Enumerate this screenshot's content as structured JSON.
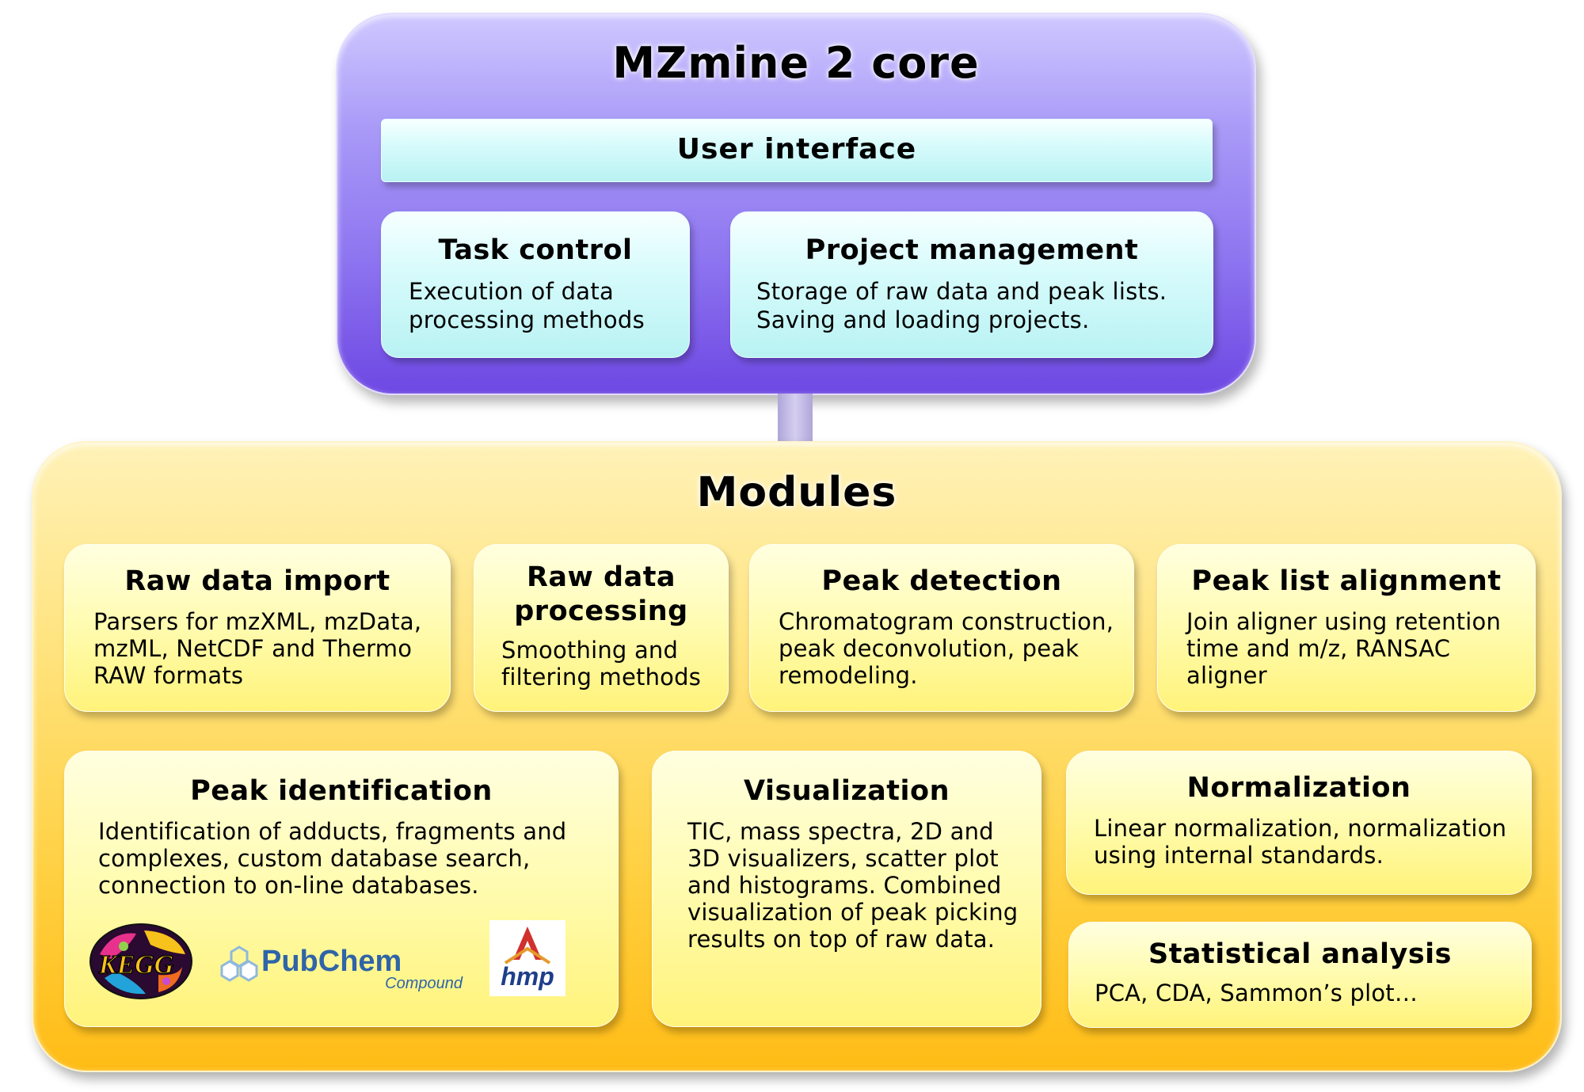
{
  "core": {
    "title": "MZmine 2 core",
    "user_interface": "User interface",
    "task_control": {
      "title": "Task control",
      "lines": [
        "Execution of data",
        "processing methods"
      ]
    },
    "project_management": {
      "title": "Project management",
      "lines": [
        "Storage of raw data and peak lists.",
        "Saving and loading projects."
      ]
    }
  },
  "modules": {
    "title": "Modules",
    "raw_data_import": {
      "title": "Raw data import",
      "lines": [
        "Parsers for mzXML, mzData,",
        "mzML, NetCDF and Thermo",
        "RAW formats"
      ]
    },
    "raw_data_processing": {
      "title_lines": [
        "Raw data",
        "processing"
      ],
      "lines": [
        "Smoothing and",
        "filtering methods"
      ]
    },
    "peak_detection": {
      "title": "Peak detection",
      "lines": [
        "Chromatogram construction,",
        "peak deconvolution, peak",
        "remodeling."
      ]
    },
    "peak_list_alignment": {
      "title": "Peak list alignment",
      "lines": [
        "Join aligner using retention",
        "time and m/z, RANSAC",
        "aligner"
      ]
    },
    "peak_identification": {
      "title": "Peak identification",
      "lines": [
        "Identification of adducts, fragments and",
        "complexes, custom database search,",
        "connection to on-line databases."
      ]
    },
    "visualization": {
      "title": "Visualization",
      "lines": [
        "TIC, mass spectra, 2D and",
        "3D visualizers, scatter plot",
        "and histograms. Combined",
        "visualization of peak picking",
        "results on top of raw data."
      ]
    },
    "normalization": {
      "title": "Normalization",
      "lines": [
        "Linear normalization, normalization",
        "using internal standards."
      ]
    },
    "statistical_analysis": {
      "title": "Statistical analysis",
      "lines": [
        "PCA, CDA, Sammon’s plot…"
      ]
    }
  },
  "logos": {
    "kegg": {
      "text": "KEGG"
    },
    "pubchem": {
      "name": "PubChem",
      "sub": "Compound"
    },
    "hmp": {
      "text": "hmp"
    }
  },
  "colors": {
    "core_purple": "#8d74f0",
    "cyan_box": "#c9f7f8",
    "modules_orange": "#ffcf3f",
    "module_box_yellow": "#fffcb4"
  }
}
